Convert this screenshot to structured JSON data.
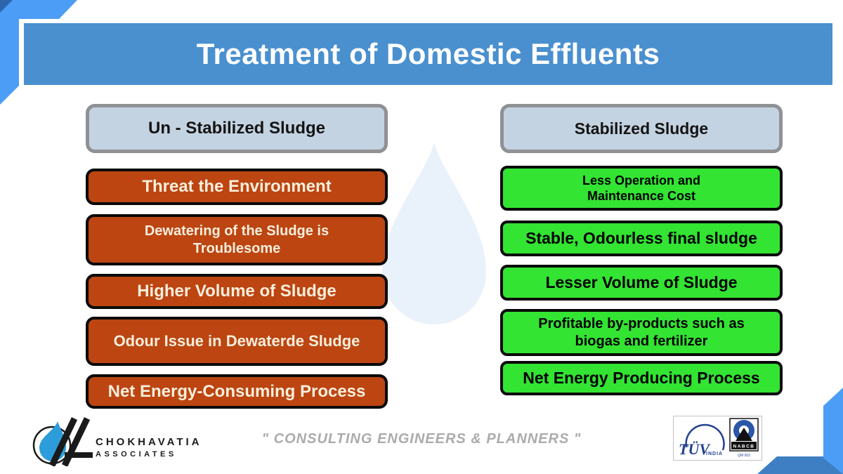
{
  "title": "Treatment of Domestic Effluents",
  "columns": {
    "left": {
      "header": "Un - Stabilized Sludge",
      "items": [
        "Threat the Environment",
        "Dewatering of the Sludge is\nTroublesome",
        "Higher Volume of Sludge",
        "Odour Issue in Dewaterde Sludge",
        "Net Energy-Consuming  Process"
      ]
    },
    "right": {
      "header": "Stabilized Sludge",
      "items": [
        "Less Operation and\nMaintenance Cost",
        "Stable, Odourless final sludge",
        "Lesser Volume of Sludge",
        "Profitable by-products such as\nbiogas and fertilizer",
        "Net Energy Producing Process"
      ]
    }
  },
  "footer": {
    "tagline": "\" CONSULTING ENGINEERS & PLANNERS \"",
    "company": {
      "name": "CHOKHAVATIA",
      "sub": "ASSOCIATES"
    },
    "certs": {
      "tuv_label": "TÜV",
      "tuv_sub": "INDIA",
      "nabcb_label": "NABCB",
      "nabcb_sub": "QM 002"
    }
  },
  "colors": {
    "banner_blue": "#4a90cf",
    "ribbon_blue": "#4c9df6",
    "ribbon_dark_blue": "#3e7fc4",
    "header_box_fill": "#c4d3e2",
    "header_box_border": "#8f9194",
    "negative_box_fill": "#bc4511",
    "negative_box_text": "#f8eedc",
    "positive_box_fill": "#33e433",
    "watermark_blue": "#e9f1fa",
    "logo_drop_blue": "#2d9cdb",
    "cert_navy": "#23418f"
  }
}
